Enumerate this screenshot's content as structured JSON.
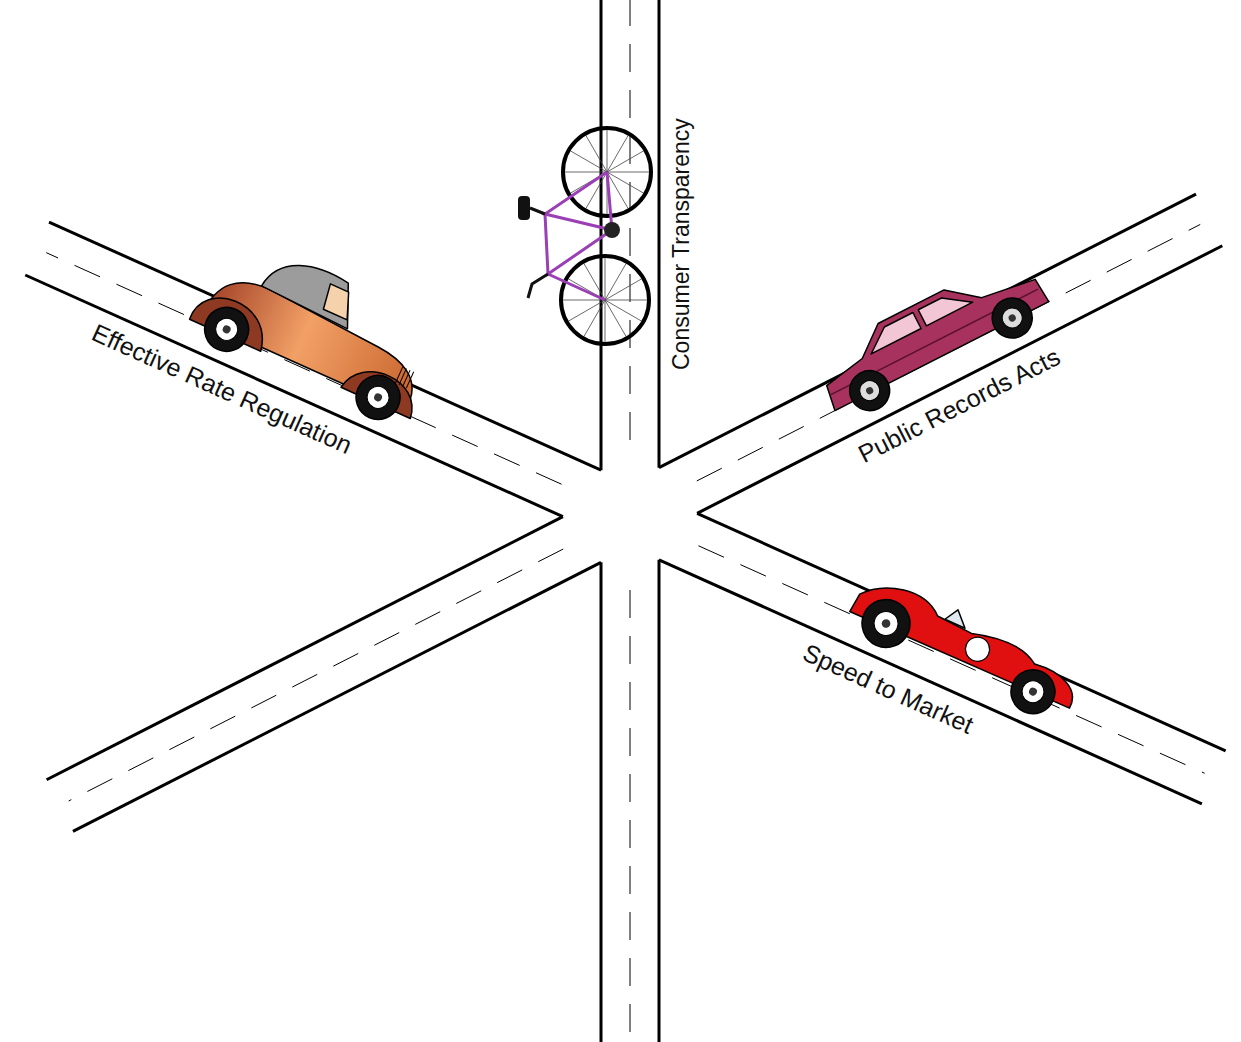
{
  "diagram": {
    "labels": [
      "Consumer Transparency",
      "Effective Rate Regulation",
      "Public Records Acts",
      "Speed to Market"
    ]
  }
}
